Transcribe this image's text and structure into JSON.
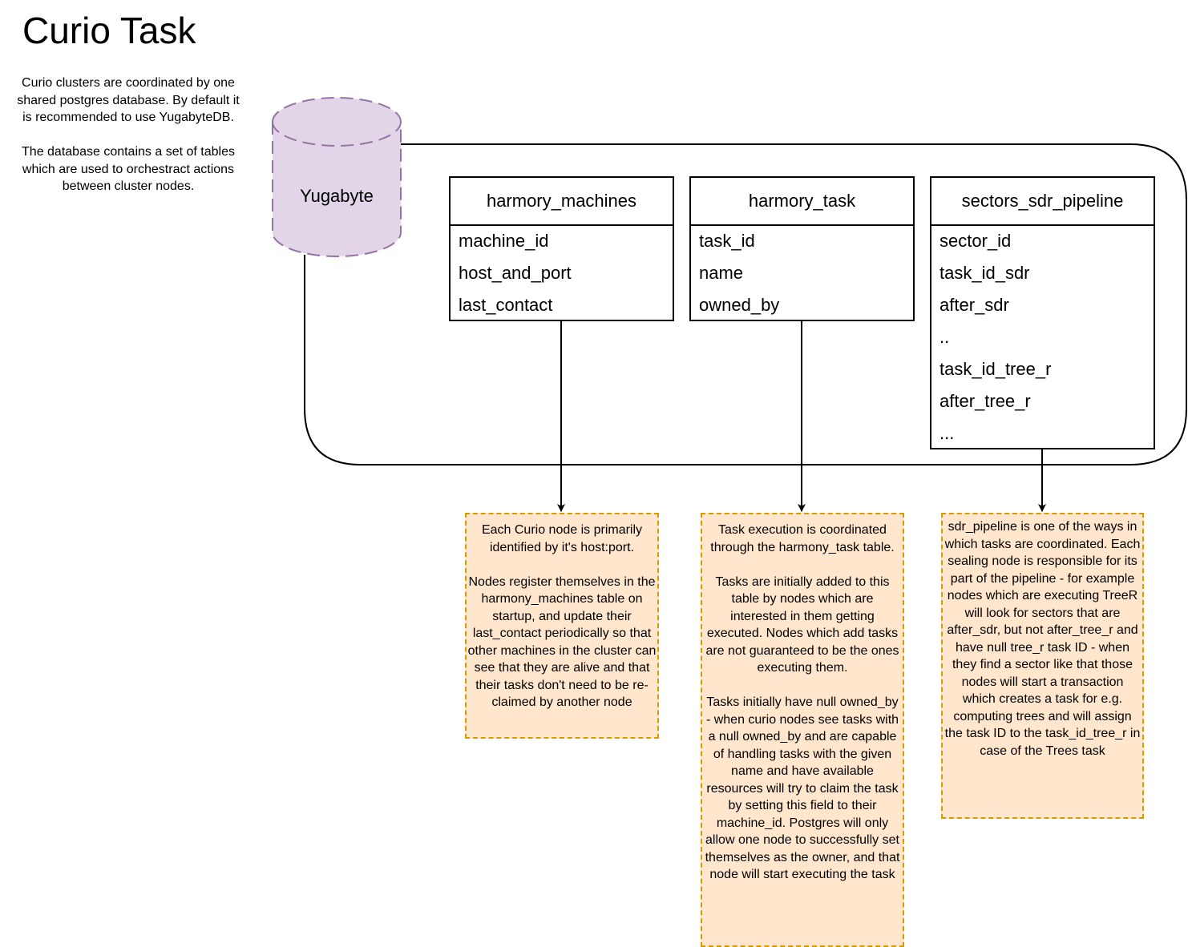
{
  "title": "Curio Task",
  "intro": {
    "paragraph1": "Curio clusters are coordinated by one shared postgres database. By default it is recommended to use YugabyteDB.",
    "paragraph2": "The database contains a set of tables which are used to orchestract actions between cluster nodes."
  },
  "database": {
    "label": "Yugabyte",
    "fill_color": "#e1d5e7",
    "stroke_color": "#9673a6"
  },
  "tables": [
    {
      "name": "harmory_machines",
      "fields": [
        "machine_id",
        "host_and_port",
        "last_contact"
      ]
    },
    {
      "name": "harmory_task",
      "fields": [
        "task_id",
        "name",
        "owned_by"
      ]
    },
    {
      "name": "sectors_sdr_pipeline",
      "fields": [
        "sector_id",
        "task_id_sdr",
        "after_sdr",
        "..",
        "task_id_tree_r",
        "after_tree_r",
        "..."
      ]
    }
  ],
  "notes": [
    {
      "paragraphs": [
        "Each Curio node is primarily identified by it's host:port.",
        "Nodes register themselves in the harmony_machines table on startup, and update their last_contact periodically so that other machines in the cluster can see that they are alive and that their tasks don't need to be re-claimed by another node"
      ]
    },
    {
      "paragraphs": [
        "Task execution is coordinated through the harmony_task table.",
        "Tasks are initially added to this table by nodes which are interested in them getting executed. Nodes which add tasks are not guaranteed to be the ones executing them.",
        "Tasks initially have null owned_by - when curio nodes see tasks with a null owned_by and are capable of handling tasks with the given name and have available resources will try to claim the task by setting this field to their machine_id. Postgres will only allow one node to successfully set themselves as the owner, and that node will start executing the task"
      ]
    },
    {
      "paragraphs": [
        "sdr_pipeline is one of the ways in which tasks are coordinated. Each sealing node is responsible for its part of the pipeline - for example nodes which are executing TreeR will look for sectors that are after_sdr, but not after_tree_r and have null tree_r task ID - when they find a sector like that those nodes will start a transaction which creates a task for e.g. computing trees and will assign the task ID to the task_id_tree_r in case of the Trees task"
      ]
    }
  ],
  "colors": {
    "note_fill": "#ffe6cc",
    "note_border": "#d79b00"
  }
}
